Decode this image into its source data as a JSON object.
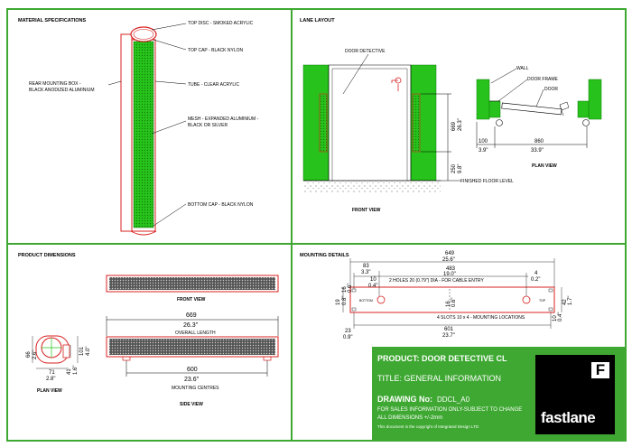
{
  "sections": {
    "material": "MATERIAL SPECIFICATIONS",
    "lane": "LANE LAYOUT",
    "product": "PRODUCT DIMENSIONS",
    "mounting": "MOUNTING DETAILS"
  },
  "material_labels": {
    "top_disc": "TOP DISC - SMOKED ACRYLIC",
    "top_cap": "TOP CAP - BLACK NYLON",
    "rear_box_1": "REAR MOUNTING BOX -",
    "rear_box_2": "BLACK ANODIZED ALUMINIUM",
    "tube": "TUBE - CLEAR ACRYLIC",
    "mesh_1": "MESH - EXPANDED ALUMINIUM -",
    "mesh_2": "BLACK OR SILVER",
    "bottom_cap": "BOTTOM CAP - BLACK NYLON"
  },
  "lane": {
    "door_detective": "DOOR DETECTIVE",
    "front_view": "FRONT VIEW",
    "h1_mm": "669",
    "h1_in": "26.3\"",
    "h2_mm": "250",
    "h2_in": "9.8\"",
    "floor": "FINISHED FLOOR LEVEL",
    "wall": "WALL",
    "door_frame": "DOOR FRAME",
    "door": "DOOR",
    "w1_mm": "100",
    "w1_in": "3.9\"",
    "w2_mm": "860",
    "w2_in": "33.9\"",
    "plan_view": "PLAN VIEW"
  },
  "product": {
    "front_view": "FRONT VIEW",
    "len_mm": "669",
    "len_in": "26.3\"",
    "overall": "OVERALL LENGTH",
    "centres_mm": "600",
    "centres_in": "23.6\"",
    "mounting_centres": "MOUNTING CENTRES",
    "side_view": "SIDE VIEW",
    "plan_view": "PLAN VIEW",
    "d1_mm": "66",
    "d1_in": "2.6\"",
    "d2_mm": "71",
    "d2_in": "2.8\"",
    "d3_mm": "41",
    "d3_in": "1.6\"",
    "d4_mm": "101",
    "d4_in": "4.0\""
  },
  "mounting": {
    "top_mm": "649",
    "top_in": "25.6\"",
    "a_mm": "83",
    "a_in": "3.3\"",
    "b_mm": "483",
    "b_in": "19.0\"",
    "c_mm": "10",
    "c_in": "0.4\"",
    "d_mm": "4",
    "d_in": "0.2\"",
    "holes": "2 HOLES 20 (0.79\") DIA - FOR CABLE ENTRY",
    "slots": "4 SLOTS 10 x 4 - MOUNTING LOCATIONS",
    "bottom": "BOTTOM",
    "top": "TOP",
    "e_mm": "601",
    "e_in": "23.7\"",
    "f_mm": "23",
    "f_in": "0.9\"",
    "g_mm": "42",
    "g_in": "1.7\"",
    "h_mm": "10",
    "h_in": "0.4\"",
    "i_mm": "19",
    "i_in": "0.8\"",
    "j_mm": "16",
    "j_in": "0.6\"",
    "k_mm": "16",
    "k_in": "0.6\""
  },
  "title_block": {
    "product": "PRODUCT: DOOR DETECTIVE CL",
    "title": "TITLE: GENERAL INFORMATION",
    "drawing_label": "DRAWING No:",
    "drawing_no": "DDCL_A0",
    "note1": "FOR SALES INFORMATION ONLY-SUBJECT TO CHANGE",
    "note2": "ALL DIMENSIONS +/-2mm",
    "copyright": "This document is the copyright of Integrated Design LTD",
    "logo_letter": "F",
    "logo_word": "fastlane"
  },
  "colors": {
    "frame": "#3ea832",
    "mesh": "#27c21b",
    "title_block": "#3ea832",
    "outline": "#d82020"
  }
}
